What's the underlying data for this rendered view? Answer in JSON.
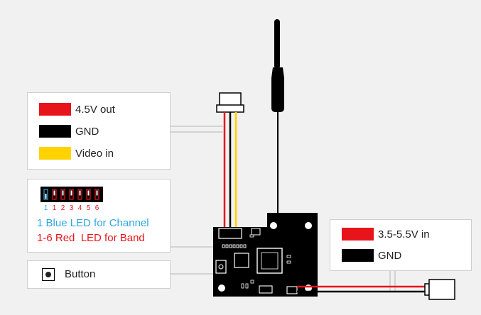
{
  "colors": {
    "red": "#e8141c",
    "black": "#000000",
    "yellow": "#ffd200",
    "blue": "#2fa8e0",
    "gray": "#9e9e9e"
  },
  "wire_legend": [
    {
      "label": "4.5V out",
      "color": "#e8141c"
    },
    {
      "label": "GND",
      "color": "#000000"
    },
    {
      "label": "Video in",
      "color": "#ffd200"
    }
  ],
  "led_panel": {
    "numbers": [
      "1",
      "1",
      "2",
      "3",
      "4",
      "5",
      "6"
    ],
    "line1": {
      "num": "1",
      "text": "Blue LED for Channel"
    },
    "line2": {
      "num": "1-6",
      "text": "Red  LED for Band"
    }
  },
  "button_panel": {
    "label": "Button"
  },
  "power_legend": [
    {
      "label": "3.5-5.5V in",
      "color": "#e8141c"
    },
    {
      "label": "GND",
      "color": "#000000"
    }
  ]
}
